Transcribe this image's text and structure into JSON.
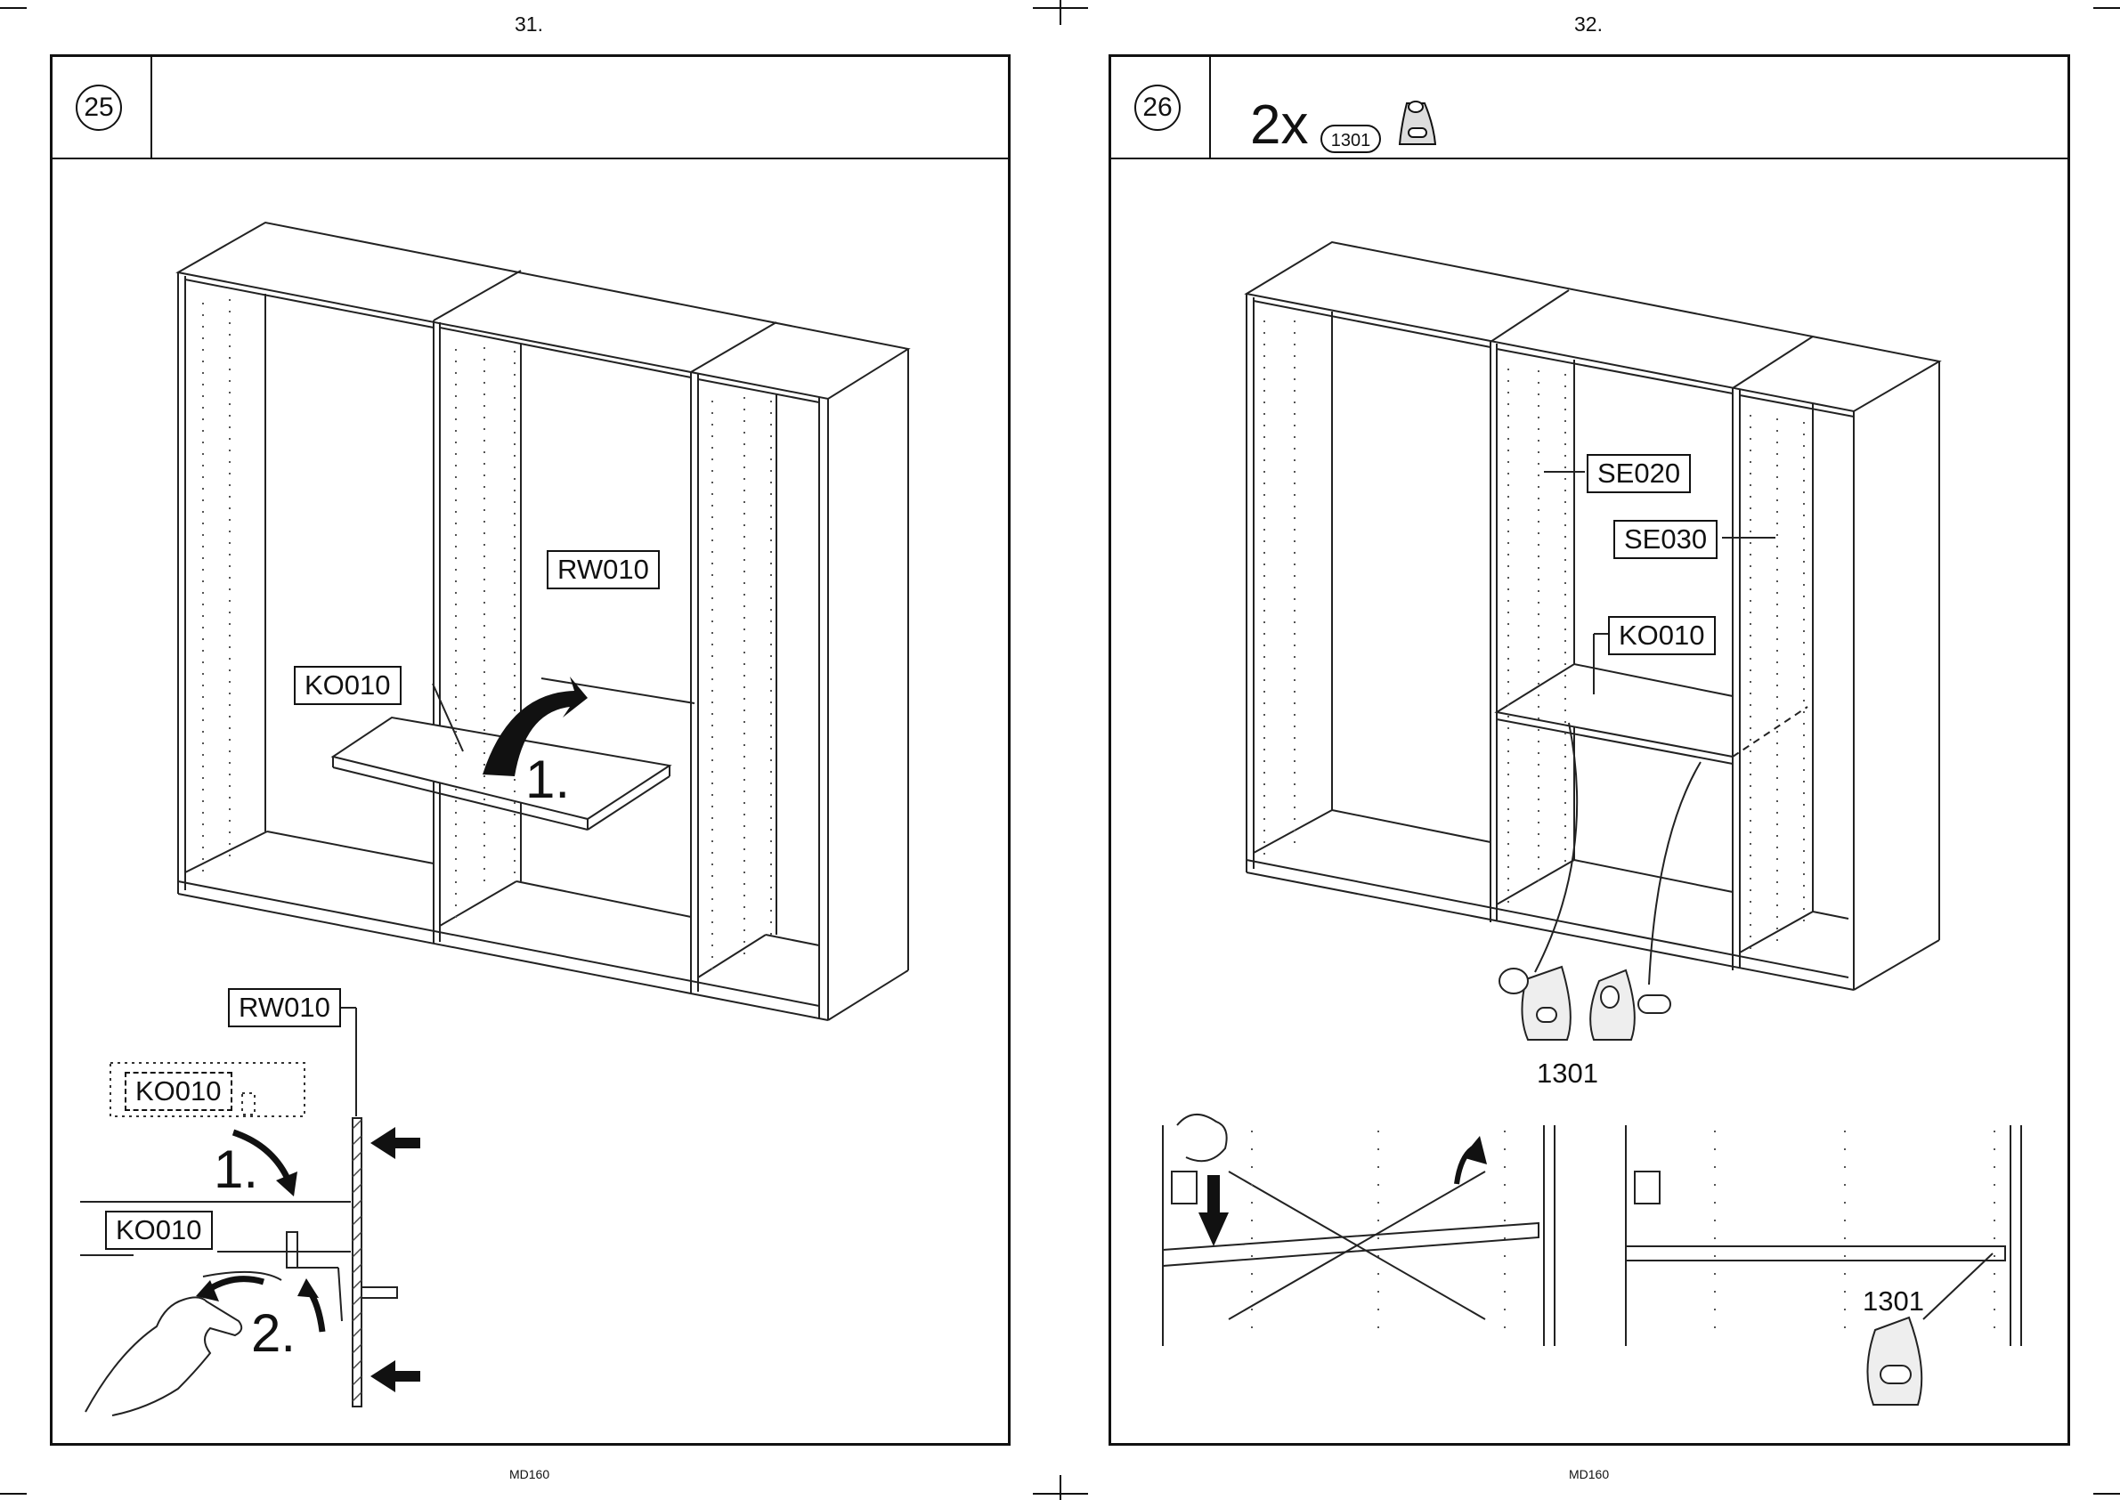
{
  "pages": {
    "left": {
      "number": "31.",
      "footer": "MD160"
    },
    "right": {
      "number": "32.",
      "footer": "MD160"
    }
  },
  "step25": {
    "step_number": "25",
    "labels": {
      "rw010_main": "RW010",
      "ko010_main": "KO010",
      "action_1": "1.",
      "rw010_detail": "RW010",
      "ko010_dashed": "KO010",
      "ko010_detail": "KO010",
      "detail_1": "1.",
      "detail_2": "2."
    }
  },
  "step26": {
    "step_number": "26",
    "quantity": "2x",
    "part_code": "1301",
    "labels": {
      "se020": "SE020",
      "se030": "SE030",
      "ko010": "KO010",
      "part_1301_main": "1301",
      "part_1301_detail": "1301"
    }
  }
}
